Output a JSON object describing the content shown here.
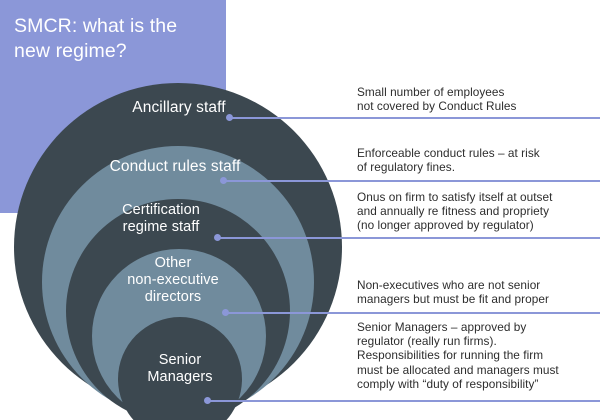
{
  "slide": {
    "title": "SMCR: what is the\nnew regime?",
    "accent_color": "#8b97d8",
    "ring_dark_color": "#3c4850",
    "ring_light_color": "#708b9d",
    "label_color": "#ffffff",
    "callout_color": "#2d2d2d",
    "background_color": "#ffffff"
  },
  "rings": [
    {
      "label": "Ancillary staff",
      "tone": "dark"
    },
    {
      "label": "Conduct rules staff",
      "tone": "light"
    },
    {
      "label": "Certification\nregime staff",
      "tone": "dark"
    },
    {
      "label": "Other\nnon-executive\ndirectors",
      "tone": "light"
    },
    {
      "label": "Senior\nManagers",
      "tone": "dark"
    }
  ],
  "callouts": [
    {
      "text": "Small number of employees\nnot covered by Conduct Rules"
    },
    {
      "text": "Enforceable conduct rules – at risk\nof regulatory fines."
    },
    {
      "text": "Onus on firm to satisfy itself at outset\nand annually re fitness and propriety\n(no longer approved by regulator)"
    },
    {
      "text": "Non-executives who are not senior\nmanagers but must be fit and proper"
    },
    {
      "text": "Senior Managers – approved by\nregulator (really run firms).\nResponsibilities for running the firm\nmust be allocated and managers must\ncomply with “duty of responsibility”"
    }
  ]
}
